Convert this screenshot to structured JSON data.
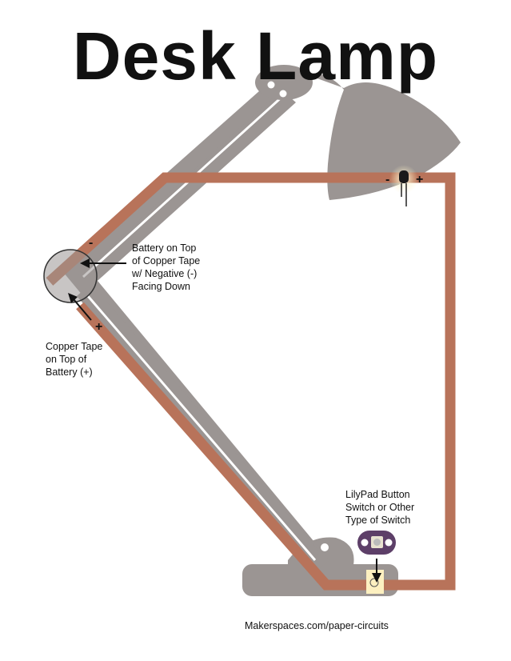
{
  "title": "Desk Lamp",
  "annotations": {
    "battery_top": "Battery on Top\nof Copper Tape\nw/ Negative (-)\nFacing Down",
    "copper_top": "Copper Tape\non Top of\nBattery (+)",
    "switch_note": "LilyPad Button\nSwitch or Other\nType of Switch"
  },
  "polarity": {
    "minus": "-",
    "plus": "+"
  },
  "footer": "Makerspaces.com/paper-circuits",
  "colors": {
    "lamp_gray": "#9b9593",
    "copper": "#b8735a",
    "led_glow": "#fdf0c0",
    "switch_board": "#5d3f68",
    "text": "#111111",
    "background": "#ffffff"
  }
}
